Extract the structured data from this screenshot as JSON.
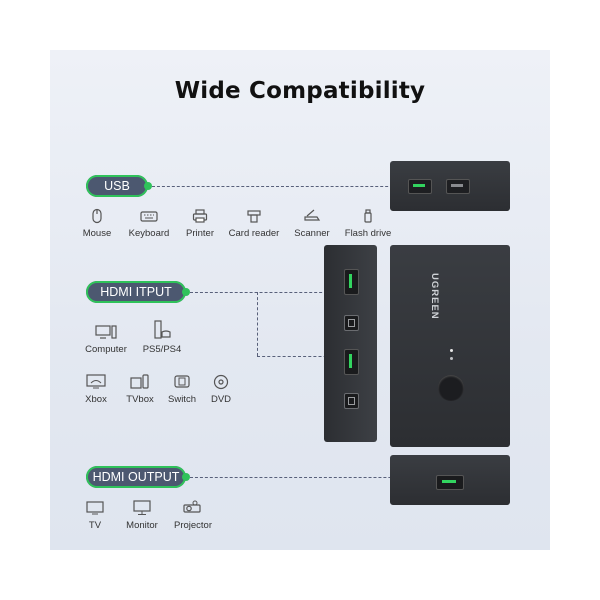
{
  "title": "Wide Compatibility",
  "sections": {
    "usb": {
      "label": "USB",
      "devices": [
        {
          "name": "Mouse",
          "icon": "mouse-icon"
        },
        {
          "name": "Keyboard",
          "icon": "keyboard-icon"
        },
        {
          "name": "Printer",
          "icon": "printer-icon"
        },
        {
          "name": "Card reader",
          "icon": "card-reader-icon"
        },
        {
          "name": "Scanner",
          "icon": "scanner-icon"
        },
        {
          "name": "Flash drive",
          "icon": "flash-drive-icon"
        }
      ]
    },
    "hdmi_input": {
      "label": "HDMI ITPUT",
      "devices": [
        {
          "name": "Computer",
          "icon": "computer-icon"
        },
        {
          "name": "PS5/PS4",
          "icon": "console-icon"
        },
        {
          "name": "Xbox",
          "icon": "xbox-icon"
        },
        {
          "name": "TVbox",
          "icon": "tvbox-icon"
        },
        {
          "name": "Switch",
          "icon": "switch-icon"
        },
        {
          "name": "DVD",
          "icon": "dvd-icon"
        }
      ]
    },
    "hdmi_output": {
      "label": "HDMI OUTPUT",
      "devices": [
        {
          "name": "TV",
          "icon": "tv-icon"
        },
        {
          "name": "Monitor",
          "icon": "monitor-icon"
        },
        {
          "name": "Projector",
          "icon": "projector-icon"
        }
      ]
    }
  },
  "brand": "UGREEN",
  "colors": {
    "pill": "#4c5870",
    "accent": "#2fc25a",
    "device": "#2e3034"
  }
}
